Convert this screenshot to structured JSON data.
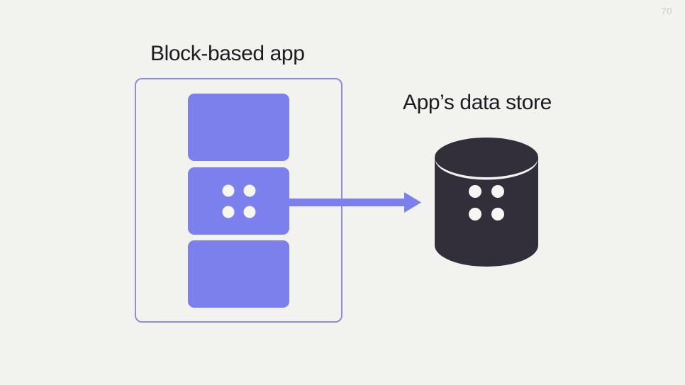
{
  "slide": {
    "background_color": "#f2f3ee",
    "page_number": "70"
  },
  "diagram": {
    "title_left": "Block-based app",
    "title_right": "App’s data store",
    "app_container": {
      "label": "block-based-app-container",
      "border_color": "#8a8ed6"
    },
    "blocks": [
      {
        "name": "block-1",
        "has_dots": false,
        "color": "#7b80ed"
      },
      {
        "name": "block-2",
        "has_dots": true,
        "color": "#7b80ed"
      },
      {
        "name": "block-3",
        "has_dots": false,
        "color": "#7b80ed"
      }
    ],
    "arrow": {
      "name": "data-flow-arrow",
      "direction": "right",
      "color": "#7b80ed"
    },
    "data_store": {
      "name": "database-cylinder",
      "fill_color": "#332f3a",
      "dot_color": "#f7f7f2",
      "dot_count": 4
    }
  }
}
